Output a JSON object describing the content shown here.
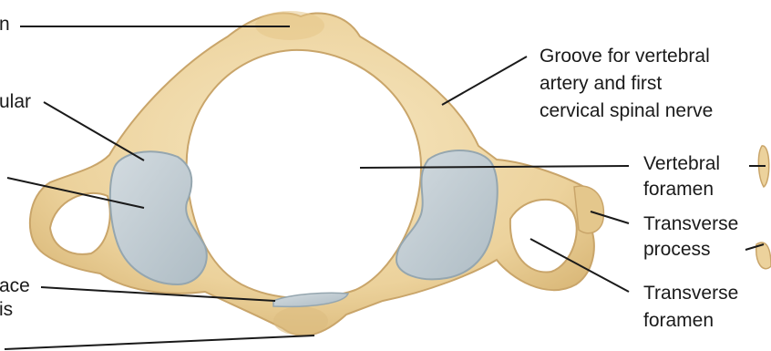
{
  "labels": {
    "top_left_fragment": "n",
    "articular_fragment": "ular",
    "surface_fragment_1": "ace",
    "surface_fragment_2": "is",
    "groove_line1": "Groove for vertebral",
    "groove_line2": "artery and first",
    "groove_line3": "cervical spinal nerve",
    "vertebral_foramen_line1": "Vertebral",
    "vertebral_foramen_line2": "foramen",
    "transverse_process_line1": "Transverse",
    "transverse_process_line2": "process",
    "transverse_foramen_line1": "Transverse",
    "transverse_foramen_line2": "foramen"
  },
  "colors": {
    "bone": "#f0d9a8",
    "bone_shadow": "#d8b77a",
    "cartilage": "#c4cdd2",
    "cartilage_edge": "#9fb0b8",
    "leader_line": "#1a1a1a"
  }
}
